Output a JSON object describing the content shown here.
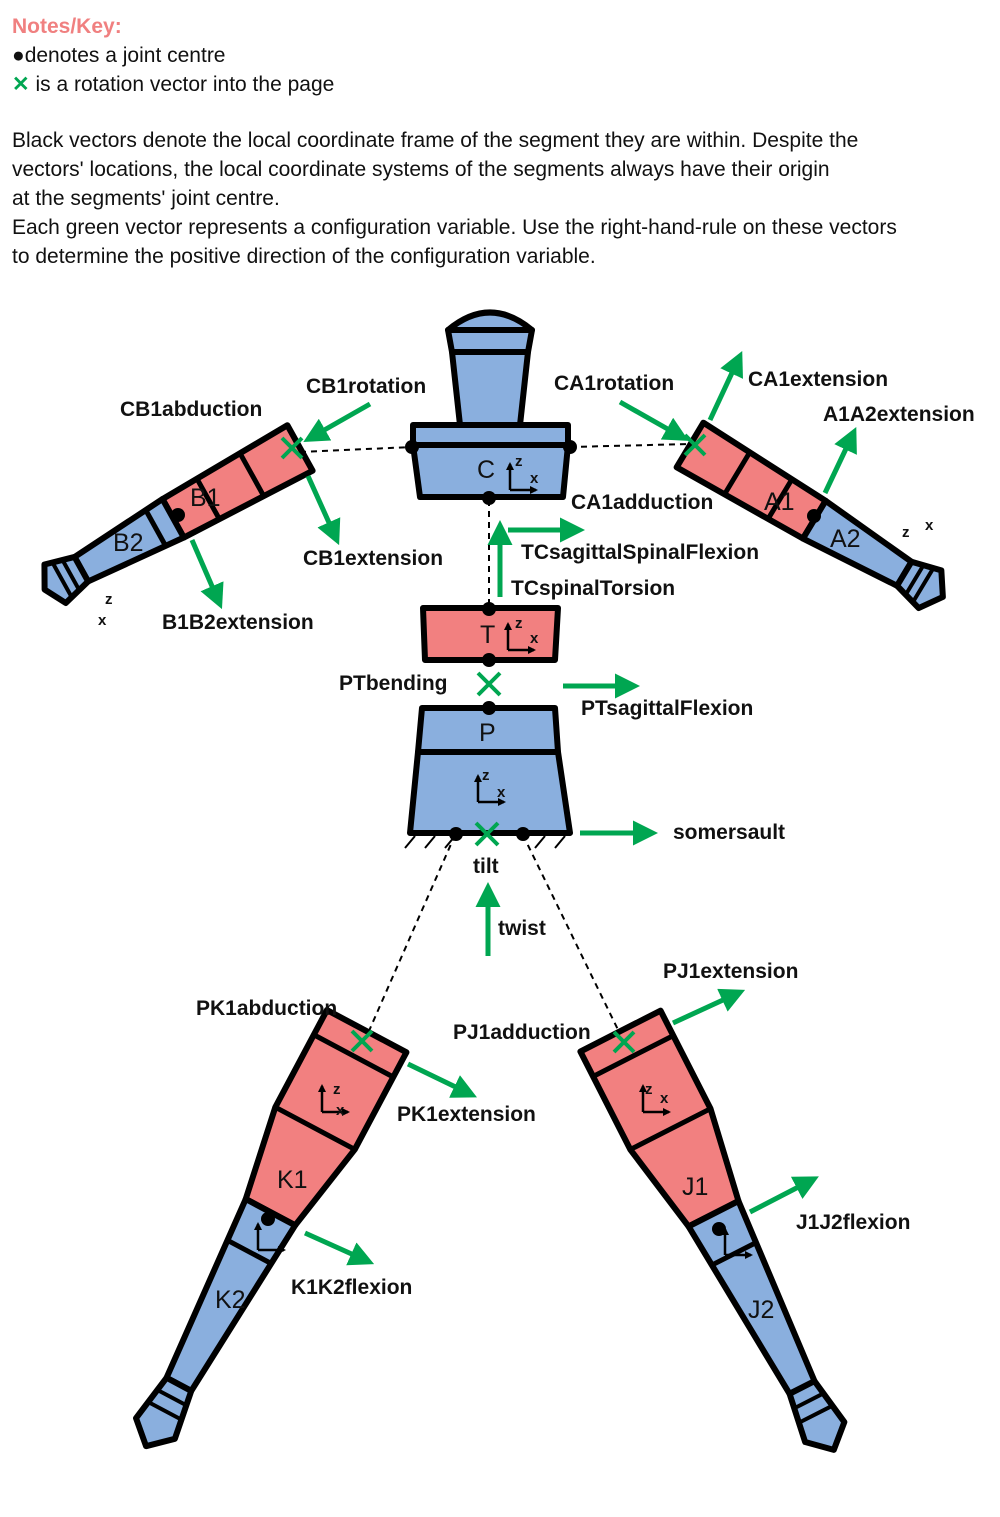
{
  "notes": {
    "title": "Notes/Key:",
    "joint": "denotes a joint centre",
    "rotation": "is a rotation vector into the page"
  },
  "paragraph": [
    "Black vectors denote the local coordinate frame of the segment they are within. Despite the",
    "vectors' locations, the local coordinate systems of the segments always have their origin",
    "at the segments' joint centre.",
    "Each green vector represents a configuration variable. Use the right-hand-rule on these vectors",
    "to determine the positive direction of the configuration variable."
  ],
  "segments": {
    "C": "C",
    "T": "T",
    "P": "P",
    "A1": "A1",
    "A2": "A2",
    "B1": "B1",
    "B2": "B2",
    "K1": "K1",
    "K2": "K2",
    "J1": "J1",
    "J2": "J2"
  },
  "axes": {
    "z": "z",
    "x": "x"
  },
  "labels": {
    "CB1abduction": "CB1abduction",
    "CB1rotation": "CB1rotation",
    "CB1extension": "CB1extension",
    "B1B2extension": "B1B2extension",
    "CA1rotation": "CA1rotation",
    "CA1extension": "CA1extension",
    "A1A2extension": "A1A2extension",
    "CA1adduction": "CA1adduction",
    "TCsagittalSpinalFlexion": "TCsagittalSpinalFlexion",
    "TCspinalTorsion": "TCspinalTorsion",
    "PTbending": "PTbending",
    "PTsagittalFlexion": "PTsagittalFlexion",
    "somersault": "somersault",
    "tilt": "tilt",
    "twist": "twist",
    "PK1abduction": "PK1abduction",
    "PK1extension": "PK1extension",
    "K1K2flexion": "K1K2flexion",
    "PJ1adduction": "PJ1adduction",
    "PJ1extension": "PJ1extension",
    "J1J2flexion": "J1J2flexion"
  },
  "colors": {
    "blue": "#8aafde",
    "red": "#f28080",
    "green": "#00a651",
    "note": "#f08080"
  }
}
